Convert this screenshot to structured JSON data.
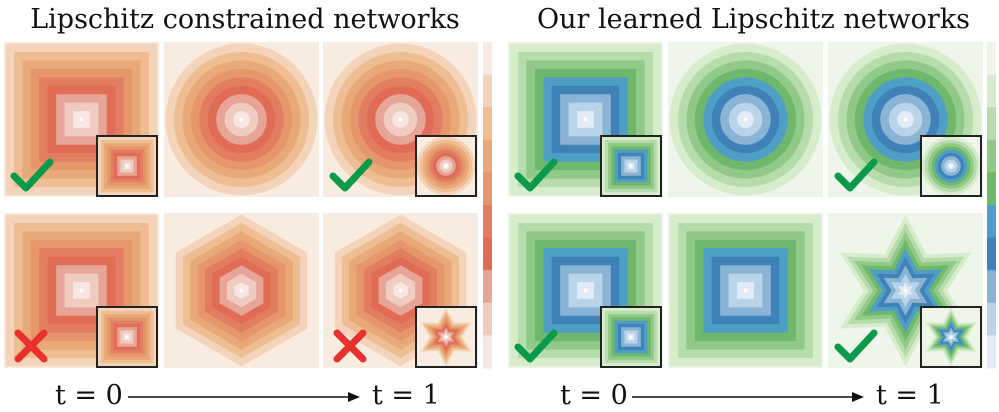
{
  "panels": [
    {
      "title": "Lipschitz constrained networks",
      "palette": [
        "#f8ece0",
        "#f3d4ba",
        "#eebd91",
        "#e9a877",
        "#e6966b",
        "#e27d61",
        "#e06c55",
        "#e7a597",
        "#f0cbc1",
        "#f7e6e1"
      ],
      "rows": [
        {
          "frames": [
            "square",
            "circle",
            "circle"
          ],
          "inset_start": "square",
          "inset_end": "circle",
          "mark": "check-icon"
        },
        {
          "frames": [
            "square",
            "hexagon",
            "hexagon"
          ],
          "inset_start": "square",
          "inset_end": "star",
          "mark": "cross-icon"
        }
      ],
      "t_start": "t = 0",
      "t_end": "t = 1"
    },
    {
      "title": "Our learned Lipschitz networks",
      "palette": [
        "#eef6ea",
        "#d6eccd",
        "#b5dcaa",
        "#91c987",
        "#6fb86b",
        "#4d9fc6",
        "#3f82b7",
        "#89b4d6",
        "#b9d3e8",
        "#e1ecf6"
      ],
      "rows": [
        {
          "frames": [
            "square",
            "circle",
            "circle"
          ],
          "inset_start": "square",
          "inset_end": "circle",
          "mark": "check-icon"
        },
        {
          "frames": [
            "square",
            "squircle",
            "star"
          ],
          "inset_start": "square",
          "inset_end": "star",
          "mark": "check-icon"
        }
      ],
      "t_start": "t = 0",
      "t_end": "t = 1"
    }
  ],
  "colors": {
    "check": "#0b9a4b",
    "cross": "#e8302e",
    "frame_border": "#222222",
    "text": "#111111"
  }
}
